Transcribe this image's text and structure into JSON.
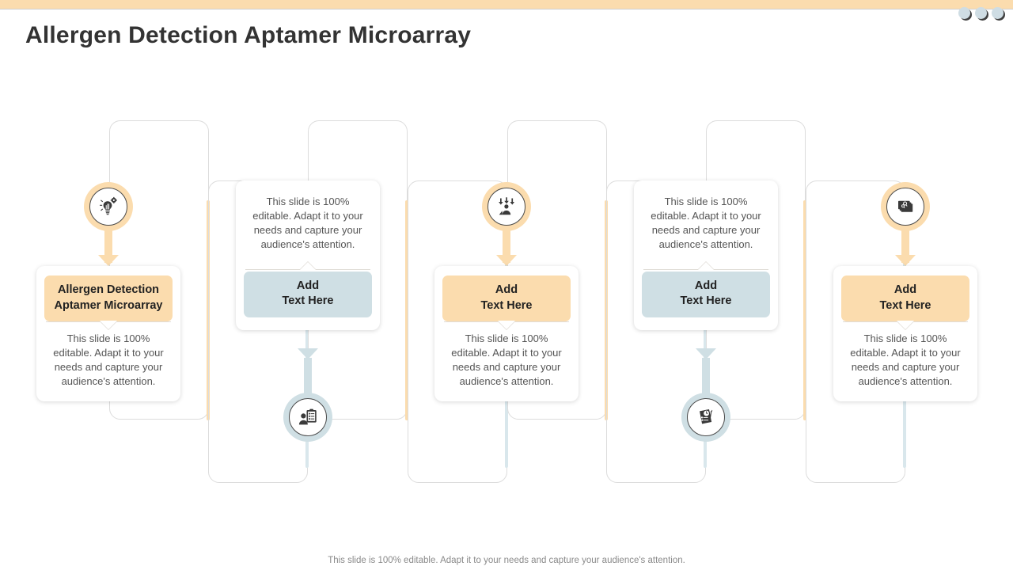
{
  "slide": {
    "title": "Allergen Detection Aptamer Microarray",
    "footer_note": "This slide is 100% editable. Adapt it to your needs and capture your audience's attention."
  },
  "window_controls": {
    "dots": [
      "dot-1",
      "dot-2",
      "dot-3"
    ]
  },
  "theme": {
    "accent_orange": "#fbdcae",
    "accent_blue": "#cfdfe4",
    "outline_gray": "#dcdcdc",
    "title_color": "#333333",
    "body_color": "#555555",
    "topbar_color": "#fbdcae"
  },
  "columns": [
    {
      "id": "column-1",
      "variant": "orange",
      "orientation": "icon-top",
      "icon": "lightbulb-gear-icon",
      "pill_label": "Allergen Detection\nAptamer Microarray",
      "pill_line_1": "Allergen Detection",
      "pill_line_2": "Aptamer Microarray",
      "body": "This slide is 100% editable. Adapt it to your needs and capture your audience's attention."
    },
    {
      "id": "column-2",
      "variant": "blue",
      "orientation": "icon-bottom",
      "icon": "person-clipboard-icon",
      "pill_label": "Add\nText Here",
      "pill_line_1": "Add",
      "pill_line_2": "Text Here",
      "body": "This slide is 100% editable. Adapt it to your needs and capture your audience's attention."
    },
    {
      "id": "column-3",
      "variant": "orange",
      "orientation": "icon-top",
      "icon": "person-pressure-arrows-icon",
      "pill_label": "Add\nText Here",
      "pill_line_1": "Add",
      "pill_line_2": "Text Here",
      "body": "This slide is 100% editable. Adapt it to your needs and capture your audience's attention."
    },
    {
      "id": "column-4",
      "variant": "blue",
      "orientation": "icon-bottom",
      "icon": "clock-checklist-icon",
      "pill_label": "Add\nText Here",
      "pill_line_1": "Add",
      "pill_line_2": "Text Here",
      "body": "This slide is 100% editable. Adapt it to your needs and capture your audience's attention."
    },
    {
      "id": "column-5",
      "variant": "orange",
      "orientation": "icon-top",
      "icon": "stacked-documents-icon",
      "pill_label": "Add\nText Here",
      "pill_line_1": "Add",
      "pill_line_2": "Text Here",
      "body": "This slide is 100% editable. Adapt it to your needs and capture your audience's attention."
    }
  ]
}
